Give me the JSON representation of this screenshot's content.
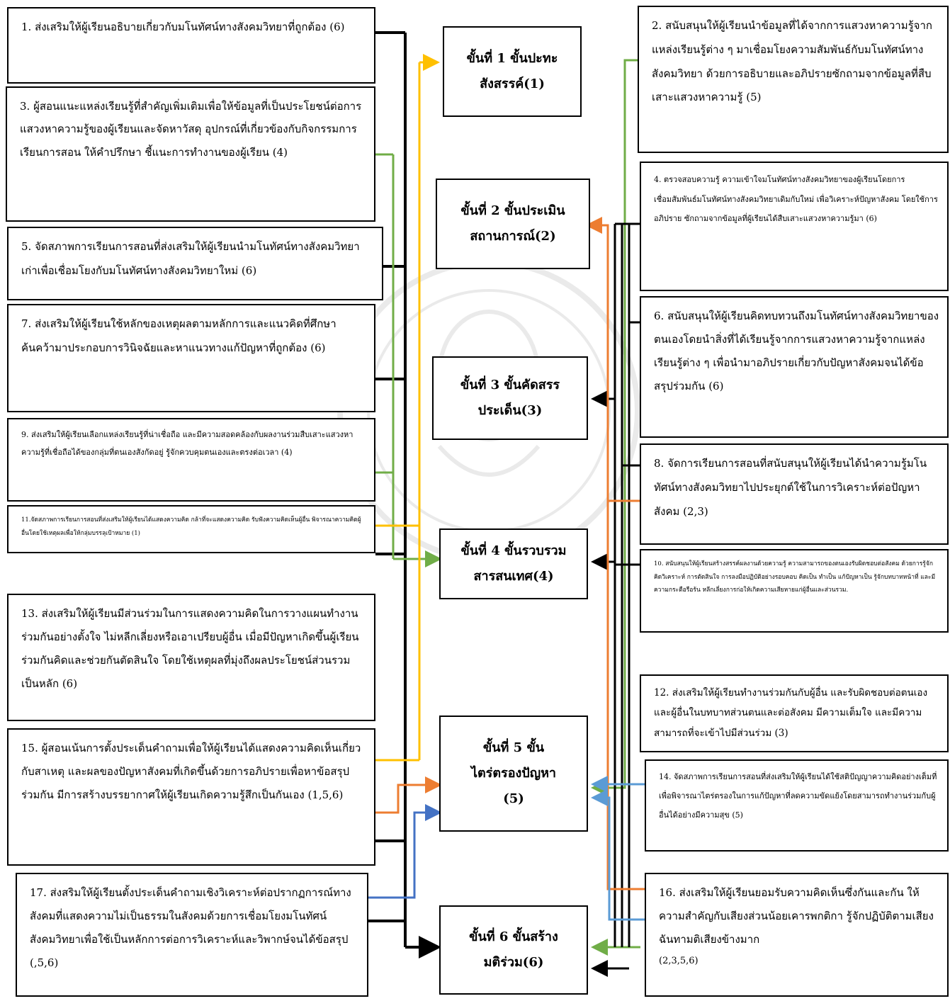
{
  "steps": [
    {
      "line1": "ขั้นที่ 1 ขั้นปะทะ",
      "line2": "สังสรรค์(1)"
    },
    {
      "line1": "ขั้นที่ 2 ขั้นประเมิน",
      "line2": "สถานการณ์(2)"
    },
    {
      "line1": "ขั้นที่ 3 ขั้นคัดสรร",
      "line2": "ประเด็น(3)"
    },
    {
      "line1": "ขั้นที่ 4 ขั้นรวบรวม",
      "line2": "สารสนเทศ(4)"
    },
    {
      "line1": "ขั้นที่ 5 ขั้น",
      "line2": "ไตร่ตรองปัญหา",
      "line3": "(5)"
    },
    {
      "line1": "ขั้นที่ 6 ขั้นสร้าง",
      "line2": "มติร่วม(6)"
    }
  ],
  "left_boxes": [
    {
      "text": "1.  ส่งเสริมให้ผู้เรียนอธิบายเกี่ยวกับมโนทัศน์ทางสังคมวิทยาที่ถูกต้อง (6)"
    },
    {
      "text": "3.  ผู้สอนแนะแหล่งเรียนรู้ที่สำคัญเพิ่มเติมเพื่อให้ข้อมูลที่เป็นประโยชน์ต่อการแสวงหาความรู้ของผู้เรียนและจัดหาวัสดุ อุปกรณ์ที่เกี่ยวข้องกับกิจกรรมการเรียนการสอน ให้คำปรึกษา ชี้แนะการทำงานของผู้เรียน (4)"
    },
    {
      "text": "5.  จัดสภาพการเรียนการสอนที่ส่งเสริมให้ผู้เรียนนำมโนทัศน์ทางสังคมวิทยาเก่าเพื่อเชื่อมโยงกับมโนทัศน์ทางสังคมวิทยาใหม่ (6)"
    },
    {
      "text": "7.  ส่งเสริมให้ผู้เรียนใช้หลักของเหตุผลตามหลักการและแนวคิดที่ศึกษาค้นคว้ามาประกอบการวินิจฉัยและหาแนวทางแก้ปัญหาที่ถูกต้อง (6)"
    },
    {
      "text": "9.  ส่งเสริมให้ผู้เรียนเลือกแหล่งเรียนรู้ที่น่าเชื่อถือ และมีความสอดคล้องกับผลงานร่วมสืบเสาะแสวงหาความรู้ที่เชื่อถือได้ของกลุ่มที่ตนเองสังกัดอยู่ รู้จักควบคุมตนเองและตรงต่อเวลา  (4)"
    },
    {
      "text": "11.จัดสภาพการเรียนการสอนที่ส่งเสริมให้ผู้เรียนได้แสดงความคิด กล้าที่จะแสดงความคิด รับฟังความคิดเห็นผู้อื่น พิจารณาความคิดผู้อื่นโดยใช้เหตุผลเพื่อให้กลุ่มบรรลุเป้าหมาย (1)"
    },
    {
      "text": "13.  ส่งเสริมให้ผู้เรียนมีส่วนร่วมในการแสดงความคิดในการวางแผนทำงานร่วมกันอย่างตั้งใจ ไม่หลีกเลี่ยงหรือเอาเปรียบผู้อื่น เมื่อมีปัญหาเกิดขึ้นผู้เรียนร่วมกันคิดและช่วยกันตัดสินใจ โดยใช้เหตุผลที่มุ่งถึงผลประโยชน์ส่วนรวมเป็นหลัก (6)"
    },
    {
      "text": "15.  ผู้สอนเน้นการตั้งประเด็นคำถามเพื่อให้ผู้เรียนได้แสดงความคิดเห็นเกี่ยวกับสาเหตุ และผลของปัญหาสังคมที่เกิดขึ้นด้วยการอภิปรายเพื่อหาข้อสรุปร่วมกัน มีการสร้างบรรยากาศให้ผู้เรียนเกิดความรู้สึกเป็นกันเอง (1,5,6)"
    },
    {
      "text": "17.  ส่งสริมให้ผู้เรียนตั้งประเด็นคำถามเชิงวิเคราะห์ต่อปรากฏการณ์ทางสังคมที่แสดงความไม่เป็นธรรมในสังคมด้วยการเชื่อมโยงมโนทัศน์สังคมวิทยาเพื่อใช้เป็นหลักการต่อการวิเคราะห์และวิพากษ์จนได้ข้อสรุป (,5,6)"
    }
  ],
  "right_boxes": [
    {
      "text": "2.  สนับสนุนให้ผู้เรียนนำข้อมูลที่ได้จากการแสวงหาความรู้จากแหล่งเรียนรู้ต่าง ๆ มาเชื่อมโยงความสัมพันธ์กับมโนทัศน์ทางสังคมวิทยา ด้วยการอธิบายและอภิปรายซักถามจากข้อมูลที่สืบเสาะแสวงหาความรู้ (5)"
    },
    {
      "text": "4.  ตรวจสอบความรู้ ความเข้าใจมโนทัศน์ทางสังคมวิทยาของผู้เรียนโดยการเชื่อมสัมพันธ์มโนทัศน์ทางสังคมวิทยาเดิมกับใหม่ เพื่อวิเคราะห์ปัญหาสังคม โดยใช้การอภิปราย ซักถามจากข้อมูลที่ผู้เรียนได้สืบเสาะแสวงหาความรู้มา (6)"
    },
    {
      "text": "6.  สนับสนุนให้ผู้เรียนคิดทบทวนถึงมโนทัศน์ทางสังคมวิทยาของตนเองโดยนำสิ่งที่ได้เรียนรู้จากการแสวงหาความรู้จากแหล่งเรียนรู้ต่าง ๆ เพื่อนำมาอภิปรายเกี่ยวกับปัญหาสังคมจนได้ข้อสรุปร่วมกัน (6)"
    },
    {
      "text": "8.  จัดการเรียนการสอนที่สนับสนุนให้ผู้เรียนได้นำความรู้มโนทัศน์ทางสังคมวิทยาไปประยุกต์ใช้ในการวิเคราะห์ต่อปัญหาสังคม (2,3)"
    },
    {
      "text": "10.  สนับสนุนให้ผู้เรียนสร้างสรรค์ผลงานด้วยความรู้ ความสามารถของตนเองรับผิดชอบต่อสังคม ด้วยการรู้จักคิดวิเคราะห์ การตัดสินใจ การลงมือปฏิบัติอย่างรอบคอบ คิดเป็น ทำเป็น แก้ปัญหาเป็น รู้จักบทบาทหน้าที่ และมีความกระตือรือร้น หลีกเลี่ยงการก่อให้เกิดความเสียหายแก่ผู้อื่นและส่วนรวม."
    },
    {
      "text": "12.  ส่งเสริมให้ผู้เรียนทำงานร่วมกันกับผู้อื่น และรับผิดชอบต่อตนเองและผู้อื่นในบทบาทส่วนตนและต่อสังคม มีความเต็มใจ และมีความสามารถที่จะเข้าไปมีส่วนร่วม (3)"
    },
    {
      "text": "14.  จัดสภาพการเรียนการสอนที่ส่งเสริมให้ผู้เรียนได้ใช้สติปัญญาความคิดอย่างเต็มที่ เพื่อพิจารณาไตร่ตรองในการแก้ปัญหาที่ลดความขัดแย้งโดยสามารถทำงานร่วมกับผู้อื่นได้อย่างมีความสุข (5)"
    },
    {
      "text": "16.  ส่งเสริมให้ผู้เรียนยอมรับความคิดเห็นซึ่งกันและกัน ให้ความสำคัญกับเสียงส่วนน้อยเคารพกติกา รู้จักปฏิบัติตามเสียงฉันทามติเสียงข้างมาก",
      "extra": "(2,3,5,6)"
    }
  ],
  "colors": {
    "black": "#000000",
    "yellow": "#FFC000",
    "green": "#70AD47",
    "orange": "#ED7D31",
    "blue": "#4472C4",
    "lightblue": "#5B9BD5"
  }
}
